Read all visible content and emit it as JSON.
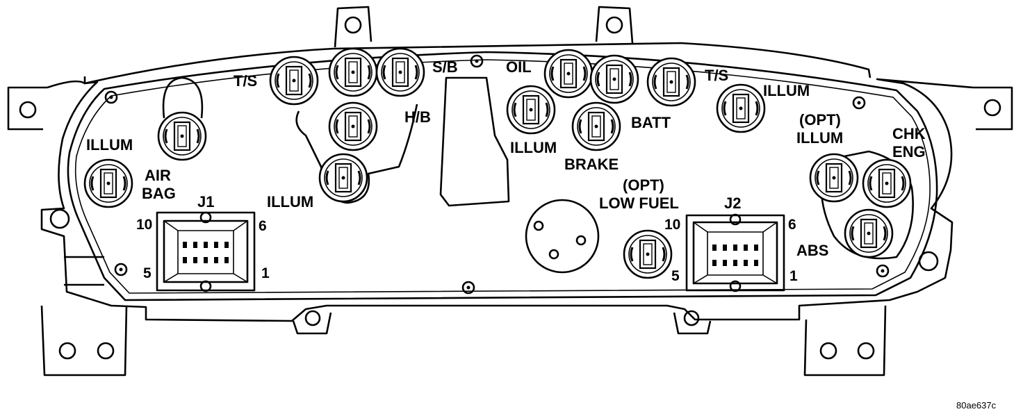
{
  "labels": {
    "ts_left": "T/S",
    "sb": "S/B",
    "hb": "H/B",
    "oil": "OIL",
    "ts_right": "T/S",
    "illum_top_right": "ILLUM",
    "illum_left": "ILLUM",
    "air_bag_1": "AIR",
    "air_bag_2": "BAG",
    "illum_center_left": "ILLUM",
    "illum_center": "ILLUM",
    "batt": "BATT",
    "brake": "BRAKE",
    "opt_illum_1": "(OPT)",
    "opt_illum_2": "ILLUM",
    "chk_eng_1": "CHK",
    "chk_eng_2": "ENG",
    "opt_low_fuel_1": "(OPT)",
    "opt_low_fuel_2": "LOW FUEL",
    "abs": "ABS"
  },
  "connectors": {
    "j1": {
      "name": "J1",
      "pin_10": "10",
      "pin_6": "6",
      "pin_5": "5",
      "pin_1": "1"
    },
    "j2": {
      "name": "J2",
      "pin_10": "10",
      "pin_6": "6",
      "pin_5": "5",
      "pin_1": "1"
    }
  },
  "figure_code": "80ae637c"
}
